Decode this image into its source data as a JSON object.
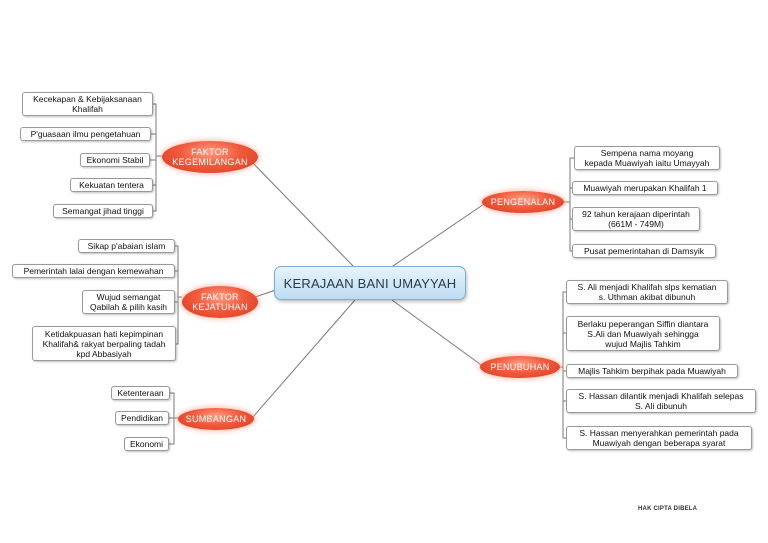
{
  "central": "KERAJAAN BANI UMAYYAH",
  "branches": {
    "kegemilangan": {
      "label_lines": [
        "FAKTOR",
        "KEGEMILANGAN"
      ],
      "items": [
        [
          "Kecekapan & Kebijaksanaan",
          "Khalifah"
        ],
        [
          "P'guasaan ilmu pengetahuan"
        ],
        [
          "Ekonomi Stabil"
        ],
        [
          "Kekuatan tentera"
        ],
        [
          "Semangat jihad tinggi"
        ]
      ]
    },
    "kejatuhan": {
      "label_lines": [
        "FAKTOR",
        "KEJATUHAN"
      ],
      "items": [
        [
          "Sikap p'abaian islam"
        ],
        [
          "Pemerintah lalai dengan kemewahan"
        ],
        [
          "Wujud semangat",
          "Qabilah & pilih kasih"
        ],
        [
          "Ketidakpuasan hati kepimpinan",
          "Khalifah& rakyat berpaling tadah",
          "kpd Abbasiyah"
        ]
      ]
    },
    "sumbangan": {
      "label_lines": [
        "SUMBANGAN"
      ],
      "items": [
        [
          "Ketenteraan"
        ],
        [
          "Pendidikan"
        ],
        [
          "Ekonomi"
        ]
      ]
    },
    "pengenalan": {
      "label_lines": [
        "PENGENALAN"
      ],
      "items": [
        [
          "Sempena nama moyang",
          "kepada Muawiyah iaitu Umayyah"
        ],
        [
          "Muawiyah merupakan Khalifah 1"
        ],
        [
          "92 tahun kerajaan diperintah",
          "(661M - 749M)"
        ],
        [
          "Pusat pemerintahan di Damsyik"
        ]
      ]
    },
    "penubuhan": {
      "label_lines": [
        "PENUBUHAN"
      ],
      "items": [
        [
          "S. Ali menjadi Khalifah slps kematian",
          "s. Uthman akibat dibunuh"
        ],
        [
          "Berlaku peperangan Siffin diantara",
          "S.Ali dan Muawiyah sehingga",
          "wujud Majlis Tahkim"
        ],
        [
          "Majlis Tahkim berpihak pada Muawiyah"
        ],
        [
          "S. Hassan dilantik menjadi Khalifah selepas",
          "S. Ali dibunuh"
        ],
        [
          "S. Hassan menyerahkan pemerintah pada",
          "Muawiyah dengan beberapa syarat"
        ]
      ]
    }
  },
  "footer": "HAK CIPTA DIBELA",
  "colors": {
    "central_fill": "#bcdcf2",
    "central_border": "#7aaed4",
    "branch_fill": "#f05a3c",
    "line": "#7a7a7a"
  }
}
